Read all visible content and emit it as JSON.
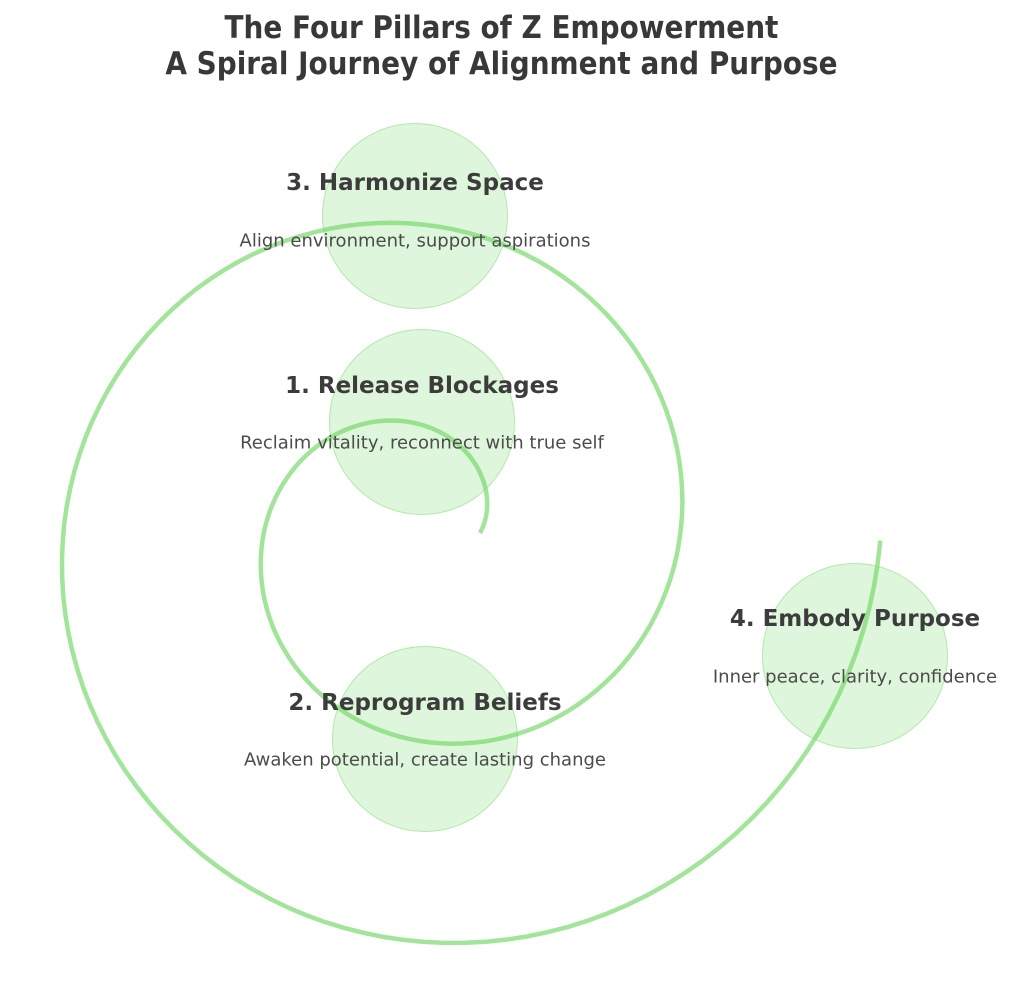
{
  "title": {
    "line1": "The Four Pillars of Z Empowerment",
    "line2": "A Spiral Journey of Alignment and Purpose"
  },
  "nodes": [
    {
      "id": "1",
      "title": "1. Release Blockages",
      "subtitle": "Reclaim vitality, reconnect with true self"
    },
    {
      "id": "2",
      "title": "2. Reprogram Beliefs",
      "subtitle": "Awaken potential, create lasting change"
    },
    {
      "id": "3",
      "title": "3. Harmonize Space",
      "subtitle": "Align environment, support aspirations"
    },
    {
      "id": "4",
      "title": "4. Embody Purpose",
      "subtitle": "Inner peace, clarity, confidence"
    }
  ],
  "colors": {
    "background": "#ffffff",
    "spiral": "#a2e59a",
    "node_fill": "rgba(125,220,110,0.25)",
    "node_border": "rgba(125,220,110,0.45)",
    "title_text": "#383838",
    "heading_text": "#3c3c3c",
    "sub_text": "#4b4b4b"
  }
}
